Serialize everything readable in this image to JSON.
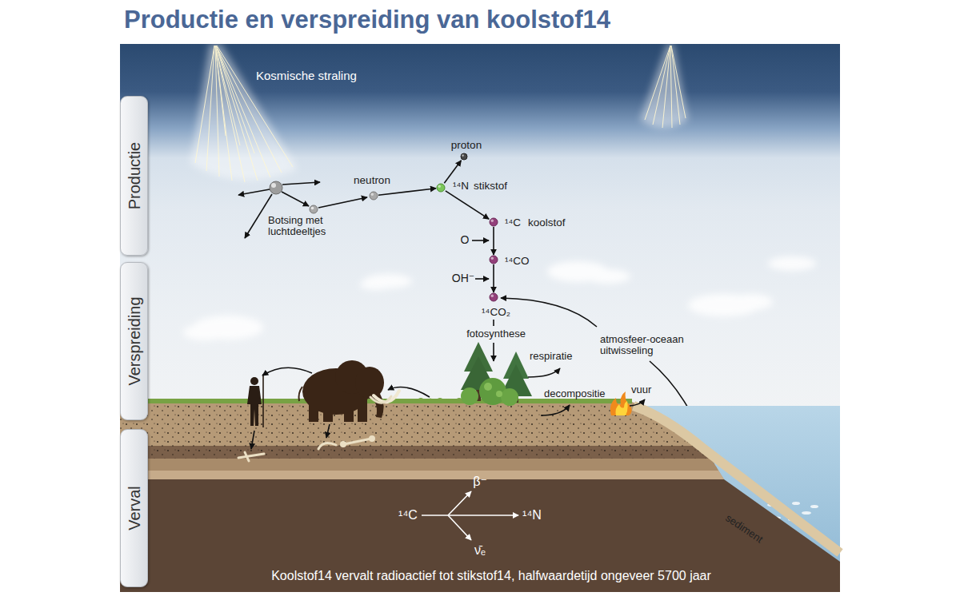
{
  "diagram": {
    "title": "Productie en verspreiding van koolstof14",
    "caption": "Koolstof14 vervalt radioactief tot stikstof14, halfwaardetijd ongeveer 5700 jaar",
    "nodes": [
      {
        "text": [
          "Productie"
        ]
      },
      {
        "text": [
          "Verspreiding"
        ]
      },
      {
        "text": [
          "Verval"
        ]
      },
      {
        "text": [
          "proton"
        ]
      },
      {
        "text": [
          "neutron"
        ]
      },
      {
        "text": [
          "¹⁴N",
          "stikstof"
        ]
      },
      {
        "text": [
          "¹⁴C",
          "koolstof"
        ]
      },
      {
        "text": [
          "¹⁴CO"
        ]
      },
      {
        "text": [
          "¹⁴CO₂"
        ]
      }
    ],
    "edges": [
      {
        "from": 4,
        "to": 5,
        "arrow": "to"
      },
      {
        "from": 5,
        "to": 3,
        "arrow": "to"
      },
      {
        "from": 5,
        "to": 6,
        "arrow": "to"
      },
      {
        "from": 6,
        "to": 7,
        "arrow": "to"
      },
      {
        "from": 7,
        "to": 8,
        "arrow": "to"
      }
    ],
    "labels": [
      "Kosmische straling",
      "Botsing met luchtdeeltjes",
      "O",
      "OH⁻",
      "fotosynthese",
      "respiratie",
      "atmosfeer-oceaan uitwisseling",
      "decompositie",
      "vuur",
      "sediment",
      "¹⁴C",
      "β⁻",
      "¹⁴N",
      "ν̄ₑ"
    ]
  }
}
